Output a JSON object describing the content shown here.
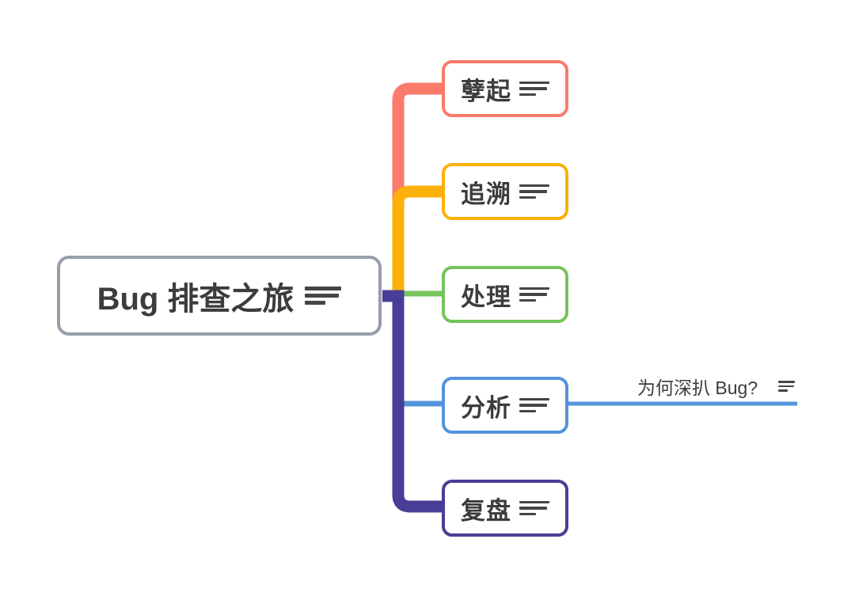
{
  "background_color": "#ffffff",
  "icon_color": "#454545",
  "text_color": "#3C3C3C",
  "mindmap": {
    "root": {
      "label": "Bug 排查之旅",
      "border_color": "#969EAA",
      "notes_icon": "notes-icon"
    },
    "branches": [
      {
        "label": "孽起",
        "color": "#FA7A6C",
        "notes_icon": "notes-icon"
      },
      {
        "label": "追溯",
        "color": "#FBB10A",
        "notes_icon": "notes-icon"
      },
      {
        "label": "处理",
        "color": "#75C45D",
        "notes_icon": "notes-icon"
      },
      {
        "label": "分析",
        "color": "#5493DD",
        "notes_icon": "notes-icon",
        "children": [
          {
            "label": "为何深扒 Bug?",
            "color": "#5493DD",
            "notes_icon": "notes-icon"
          }
        ]
      },
      {
        "label": "复盘",
        "color": "#493E96",
        "notes_icon": "notes-icon"
      }
    ]
  }
}
